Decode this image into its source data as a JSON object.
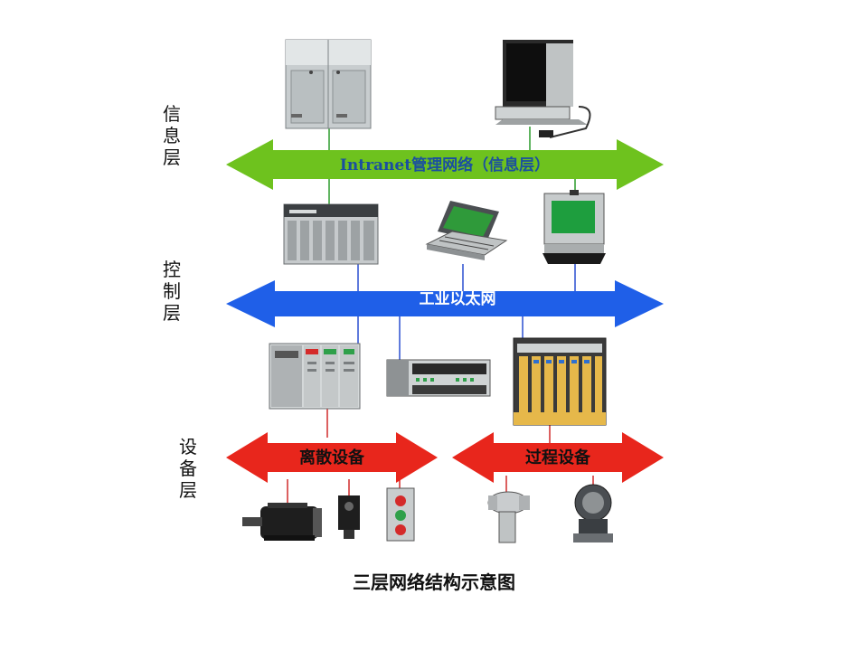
{
  "layers": {
    "info": [
      "信",
      "息",
      "层"
    ],
    "control": [
      "控",
      "制",
      "层"
    ],
    "device": [
      "设",
      "备",
      "层"
    ]
  },
  "arrows": {
    "intranet": "Intranet管理网络（信息层）",
    "ethernet": "工业以太网",
    "discrete": "离散设备",
    "process": "过程设备"
  },
  "caption": "三层网络结构示意图",
  "colors": {
    "intranet": "#6ec21e",
    "ethernet": "#1f5fe8",
    "device_bus": "#e8261c"
  }
}
